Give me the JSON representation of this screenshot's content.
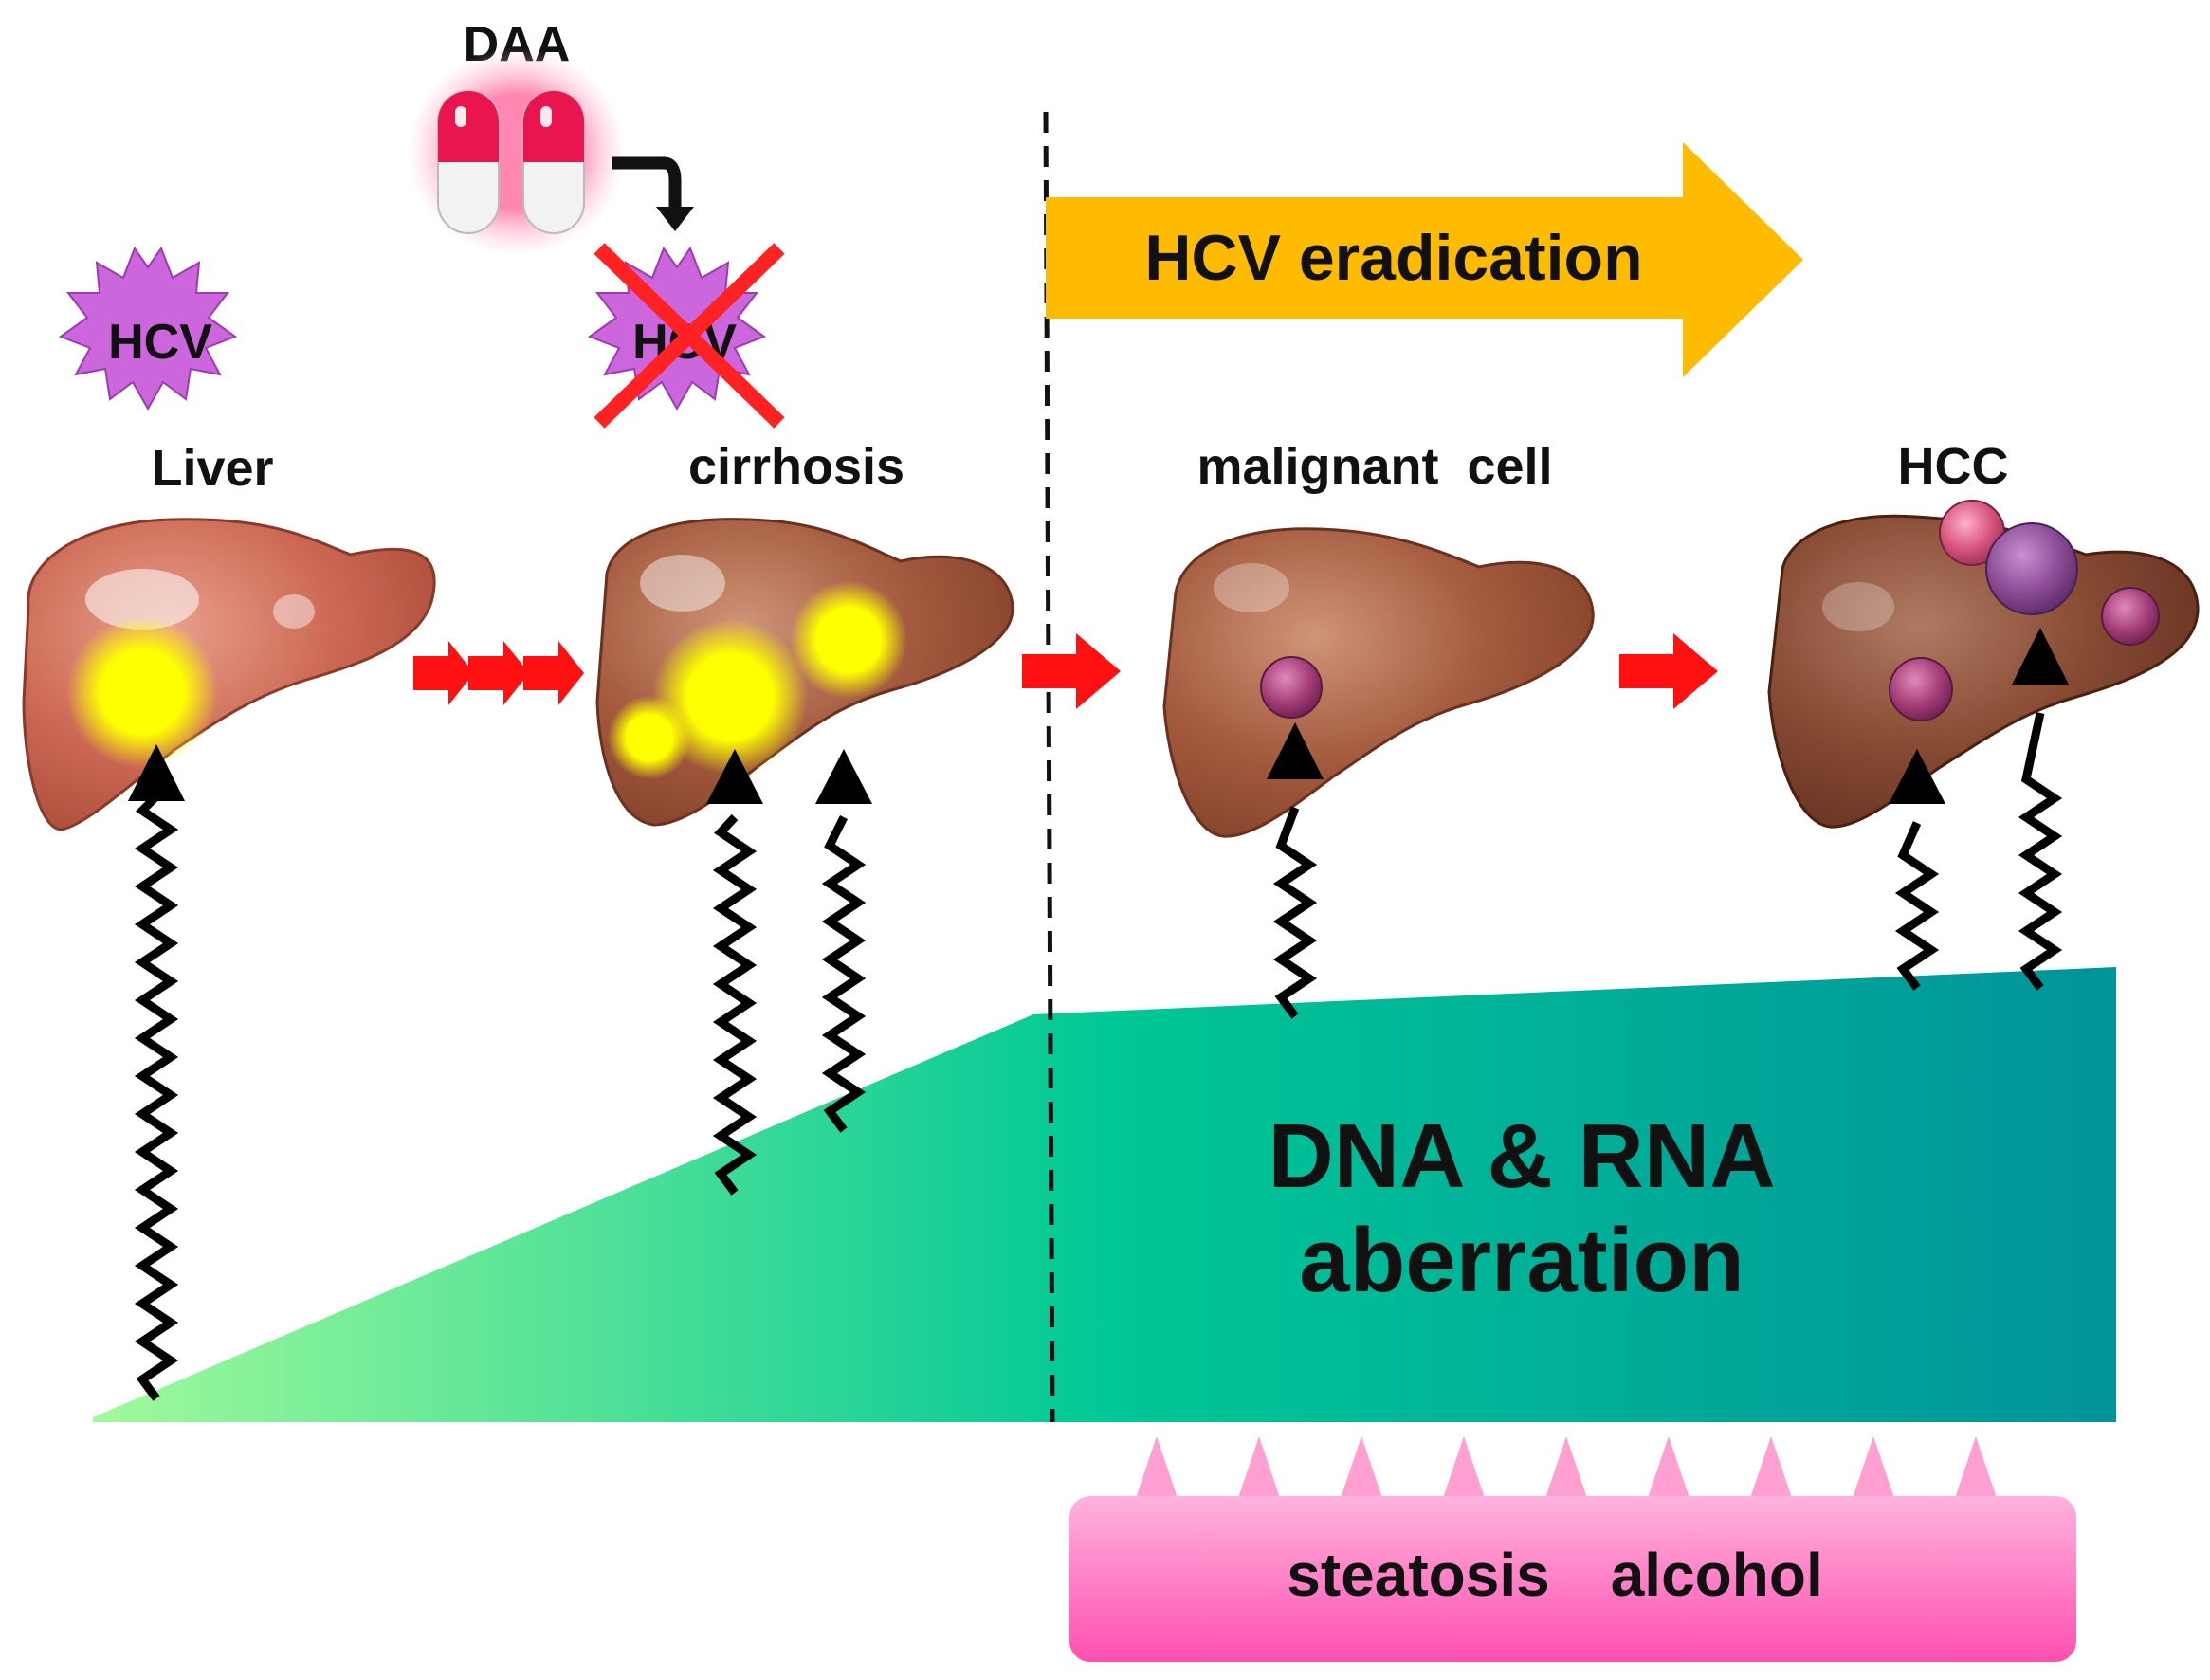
{
  "labels": {
    "daa": "DAA",
    "hcv_virus": "HCV",
    "hcv_virus_crossed": "HCV",
    "eradication": "HCV eradication",
    "liver": "Liver",
    "cirrhosis": "cirrhosis",
    "malignant": "malignant  cell",
    "hcc": "HCC",
    "aberration_line1": "DNA & RNA",
    "aberration_line2": "aberration",
    "factors": "steatosis　alcohol"
  },
  "colors": {
    "virus": "#cc66dd",
    "cross": "#ff2222",
    "eradication_arrow": "#ffbb00",
    "progress_arrow": "#ff1111",
    "wedge_start": "#99f599",
    "wedge_mid": "#00c896",
    "wedge_end": "#00959b",
    "factor_bar": "#ff66bb",
    "capsule_top": "#e8154f",
    "liver_healthy": "#c9604d",
    "liver_diseased": "#9a5236",
    "tumor": "#a23c78",
    "inflammation": "#ffff00"
  }
}
